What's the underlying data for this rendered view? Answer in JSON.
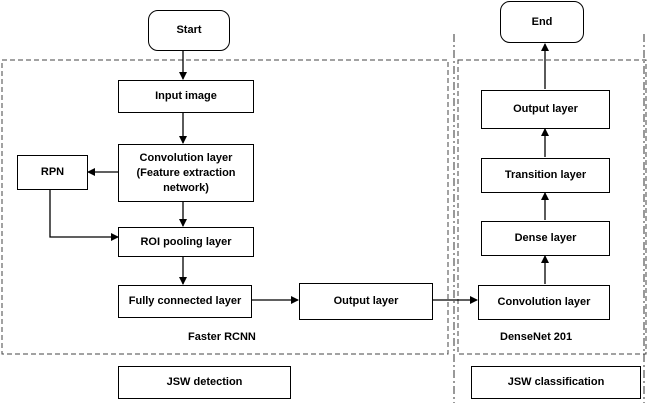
{
  "diagram": {
    "nodes": {
      "start": "Start",
      "end": "End",
      "input_image": "Input image",
      "convolution_layer_frcnn": "Convolution layer\n(Feature extraction\nnetwork)",
      "rpn": "RPN",
      "roi_pooling": "ROI pooling layer",
      "fully_connected": "Fully connected layer",
      "output_layer_frcnn": "Output layer",
      "convolution_layer_densenet": "Convolution layer",
      "dense_layer": "Dense layer",
      "transition_layer": "Transition layer",
      "output_layer_densenet": "Output layer",
      "jsw_detection": "JSW detection",
      "jsw_classification": "JSW classification"
    },
    "groups": {
      "faster_rcnn": "Faster RCNN",
      "densenet": "DenseNet 201"
    },
    "edges": [
      [
        "start",
        "input_image"
      ],
      [
        "input_image",
        "convolution_layer_frcnn"
      ],
      [
        "convolution_layer_frcnn",
        "rpn"
      ],
      [
        "convolution_layer_frcnn",
        "roi_pooling"
      ],
      [
        "rpn",
        "roi_pooling"
      ],
      [
        "roi_pooling",
        "fully_connected"
      ],
      [
        "fully_connected",
        "output_layer_frcnn"
      ],
      [
        "output_layer_frcnn",
        "convolution_layer_densenet"
      ],
      [
        "convolution_layer_densenet",
        "dense_layer"
      ],
      [
        "dense_layer",
        "transition_layer"
      ],
      [
        "transition_layer",
        "output_layer_densenet"
      ],
      [
        "output_layer_densenet",
        "end"
      ]
    ]
  }
}
